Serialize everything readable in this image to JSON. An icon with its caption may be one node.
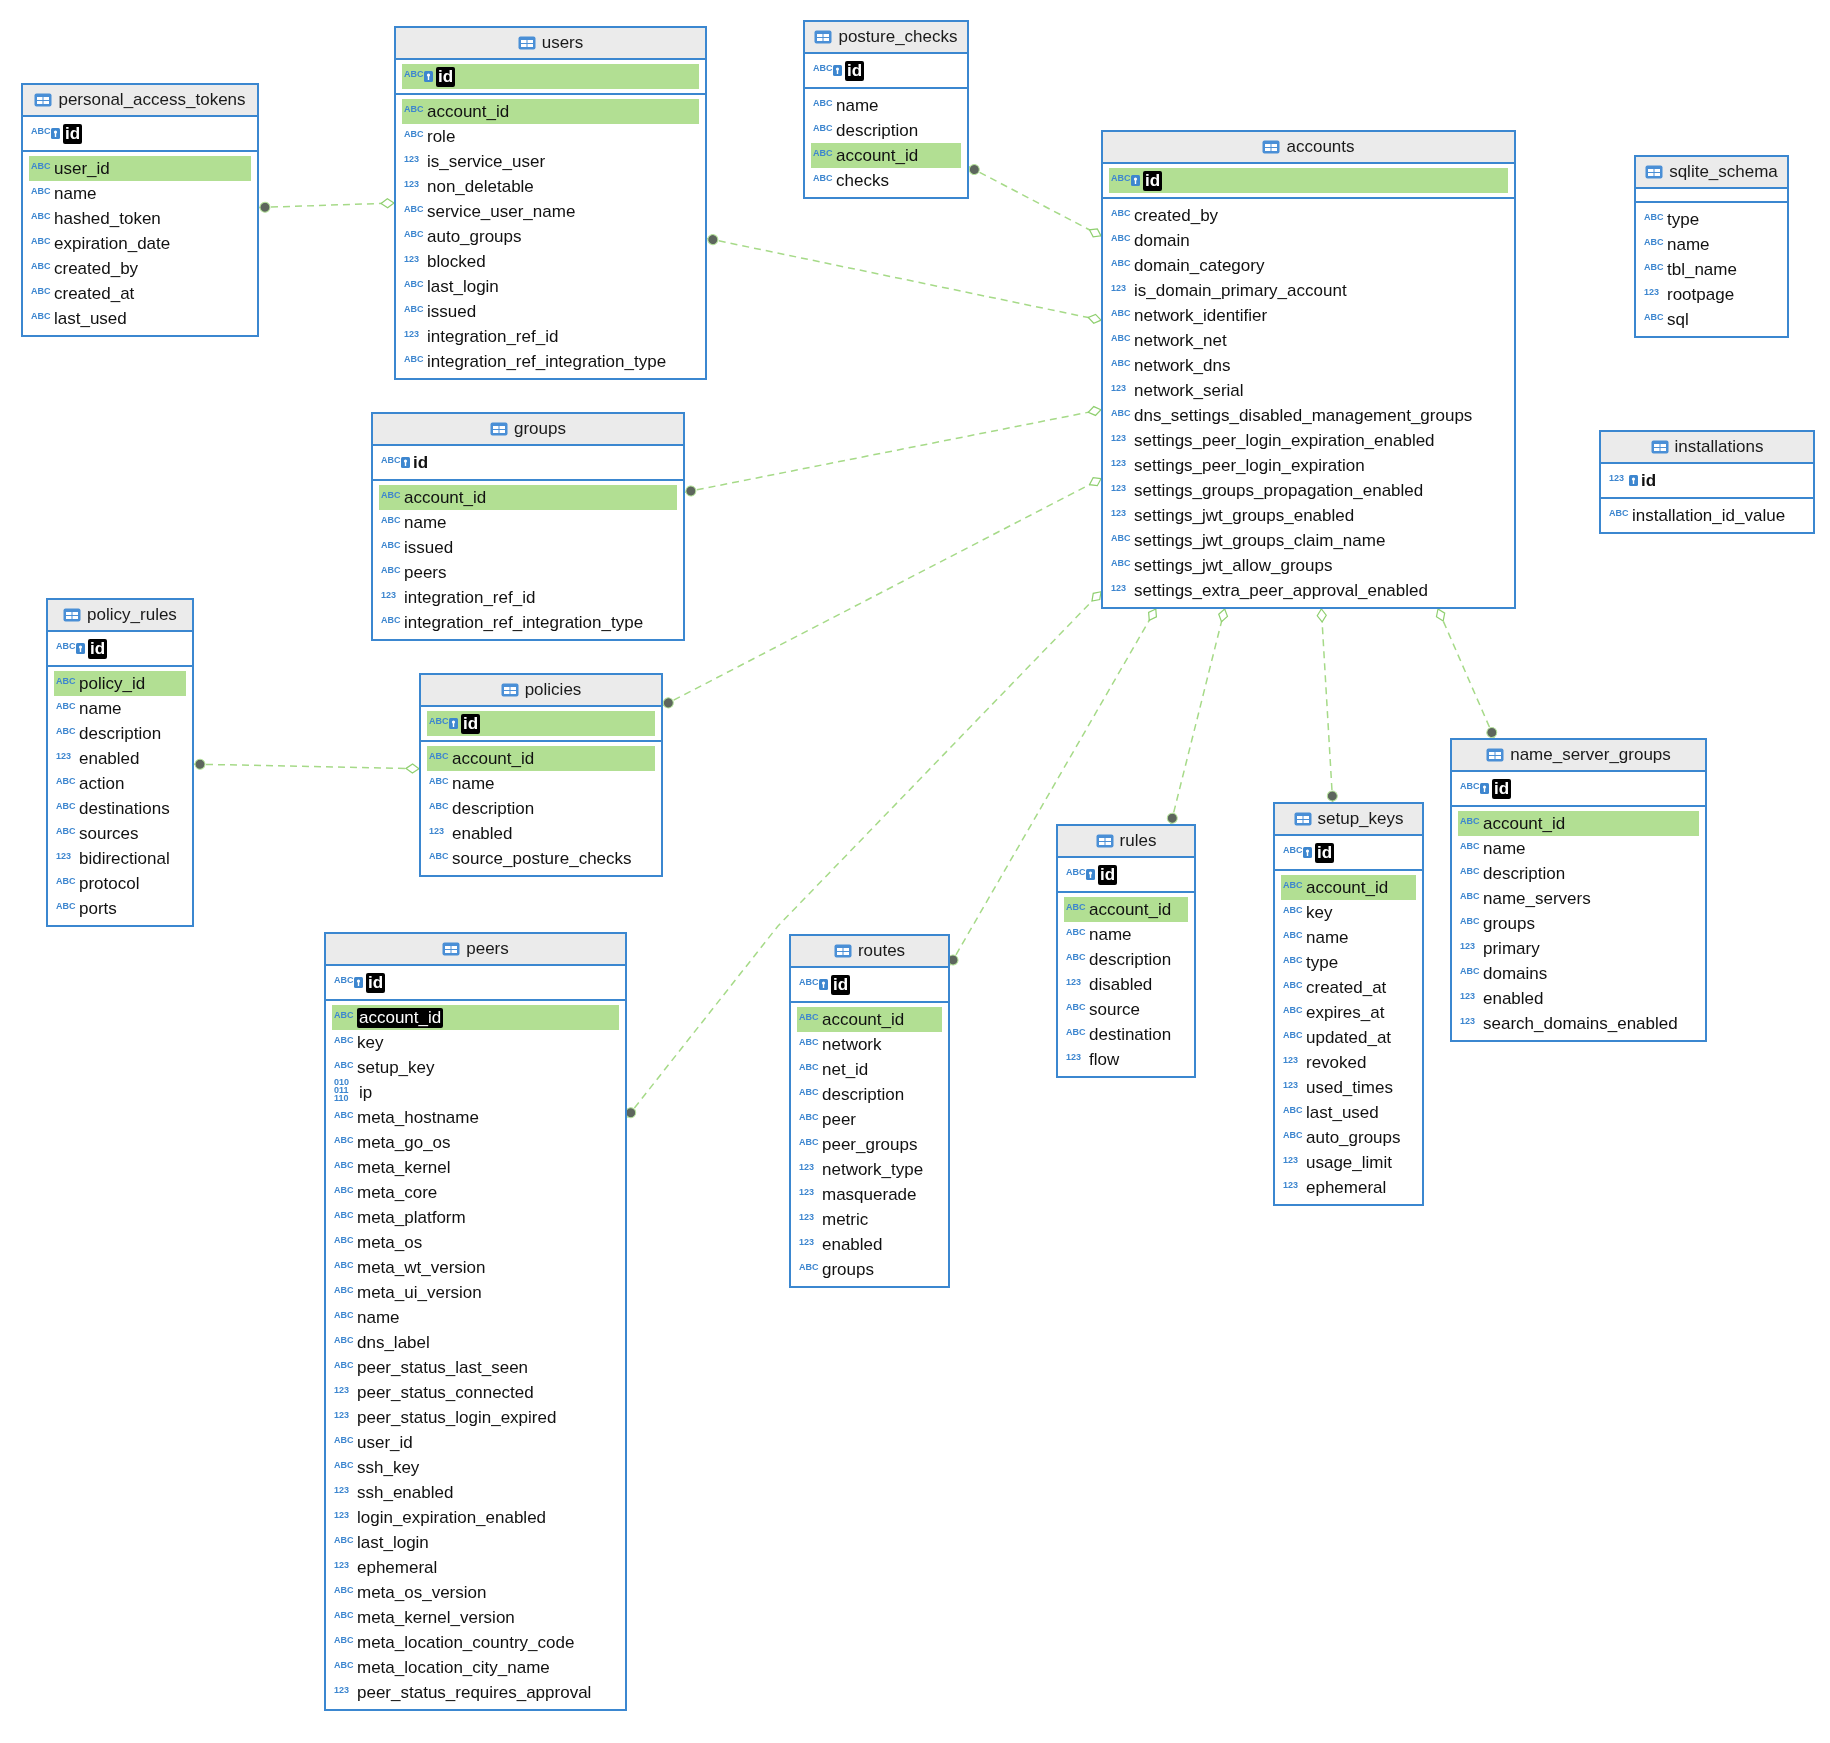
{
  "diagram": {
    "nodes": [
      {
        "text": [
          "personal_access_tokens",
          "ABC",
          "id",
          "ABC",
          "user_id",
          "ABC",
          "name",
          "ABC",
          "hashed_token",
          "ABC",
          "expiration_date",
          "ABC",
          "created_by",
          "ABC",
          "created_at",
          "ABC",
          "last_used"
        ]
      },
      {
        "text": [
          "users",
          "ABC",
          "id",
          "ABC",
          "account_id",
          "ABC",
          "role",
          "123",
          "is_service_user",
          "123",
          "non_deletable",
          "ABC",
          "service_user_name",
          "ABC",
          "auto_groups",
          "123",
          "blocked",
          "ABC",
          "last_login",
          "ABC",
          "issued",
          "123",
          "integration_ref_id",
          "ABC",
          "integration_ref_integration_type"
        ]
      },
      {
        "text": [
          "posture_checks",
          "ABC",
          "id",
          "ABC",
          "name",
          "ABC",
          "description",
          "ABC",
          "account_id",
          "ABC",
          "checks"
        ]
      },
      {
        "text": [
          "accounts",
          "ABC",
          "id",
          "ABC",
          "created_by",
          "ABC",
          "domain",
          "ABC",
          "domain_category",
          "123",
          "is_domain_primary_account",
          "ABC",
          "network_identifier",
          "ABC",
          "network_net",
          "ABC",
          "network_dns",
          "123",
          "network_serial",
          "ABC",
          "dns_settings_disabled_management_groups",
          "123",
          "settings_peer_login_expiration_enabled",
          "123",
          "settings_peer_login_expiration",
          "123",
          "settings_groups_propagation_enabled",
          "123",
          "settings_jwt_groups_enabled",
          "ABC",
          "settings_jwt_groups_claim_name",
          "ABC",
          "settings_jwt_allow_groups",
          "123",
          "settings_extra_peer_approval_enabled"
        ]
      },
      {
        "text": [
          "sqlite_schema",
          "ABC",
          "type",
          "ABC",
          "name",
          "ABC",
          "tbl_name",
          "123",
          "rootpage",
          "ABC",
          "sql"
        ]
      },
      {
        "text": [
          "installations",
          "123",
          "id",
          "ABC",
          "installation_id_value"
        ]
      },
      {
        "text": [
          "groups",
          "ABC",
          "id",
          "ABC",
          "account_id",
          "ABC",
          "name",
          "ABC",
          "issued",
          "ABC",
          "peers",
          "123",
          "integration_ref_id",
          "ABC",
          "integration_ref_integration_type"
        ]
      },
      {
        "text": [
          "policy_rules",
          "ABC",
          "id",
          "ABC",
          "policy_id",
          "ABC",
          "name",
          "ABC",
          "description",
          "123",
          "enabled",
          "ABC",
          "action",
          "ABC",
          "destinations",
          "ABC",
          "sources",
          "123",
          "bidirectional",
          "ABC",
          "protocol",
          "ABC",
          "ports"
        ]
      },
      {
        "text": [
          "policies",
          "ABC",
          "id",
          "ABC",
          "account_id",
          "ABC",
          "name",
          "ABC",
          "description",
          "123",
          "enabled",
          "ABC",
          "source_posture_checks"
        ]
      },
      {
        "text": [
          "peers",
          "ABC",
          "id",
          "ABC",
          "account_id",
          "ABC",
          "key",
          "ABC",
          "setup_key",
          "010 011 110",
          "ip",
          "ABC",
          "meta_hostname",
          "ABC",
          "meta_go_os",
          "ABC",
          "meta_kernel",
          "ABC",
          "meta_core",
          "ABC",
          "meta_platform",
          "ABC",
          "meta_os",
          "ABC",
          "meta_wt_version",
          "ABC",
          "meta_ui_version",
          "ABC",
          "name",
          "ABC",
          "dns_label",
          "ABC",
          "peer_status_last_seen",
          "123",
          "peer_status_connected",
          "123",
          "peer_status_login_expired",
          "ABC",
          "user_id",
          "ABC",
          "ssh_key",
          "123",
          "ssh_enabled",
          "123",
          "login_expiration_enabled",
          "ABC",
          "last_login",
          "123",
          "ephemeral",
          "ABC",
          "meta_os_version",
          "ABC",
          "meta_kernel_version",
          "ABC",
          "meta_location_country_code",
          "ABC",
          "meta_location_city_name",
          "123",
          "peer_status_requires_approval"
        ]
      },
      {
        "text": [
          "routes",
          "ABC",
          "id",
          "ABC",
          "account_id",
          "ABC",
          "network",
          "ABC",
          "net_id",
          "ABC",
          "description",
          "ABC",
          "peer",
          "ABC",
          "peer_groups",
          "123",
          "network_type",
          "123",
          "masquerade",
          "123",
          "metric",
          "123",
          "enabled",
          "ABC",
          "groups"
        ]
      },
      {
        "text": [
          "rules",
          "ABC",
          "id",
          "ABC",
          "account_id",
          "ABC",
          "name",
          "ABC",
          "description",
          "123",
          "disabled",
          "ABC",
          "source",
          "ABC",
          "destination",
          "123",
          "flow"
        ]
      },
      {
        "text": [
          "setup_keys",
          "ABC",
          "id",
          "ABC",
          "account_id",
          "ABC",
          "key",
          "ABC",
          "name",
          "ABC",
          "type",
          "ABC",
          "created_at",
          "ABC",
          "expires_at",
          "ABC",
          "updated_at",
          "123",
          "revoked",
          "123",
          "used_times",
          "ABC",
          "last_used",
          "ABC",
          "auto_groups",
          "123",
          "usage_limit",
          "123",
          "ephemeral"
        ]
      },
      {
        "text": [
          "name_server_groups",
          "ABC",
          "id",
          "ABC",
          "account_id",
          "ABC",
          "name",
          "ABC",
          "description",
          "ABC",
          "name_servers",
          "ABC",
          "groups",
          "123",
          "primary",
          "ABC",
          "domains",
          "123",
          "enabled",
          "123",
          "search_domains_enabled"
        ]
      }
    ],
    "edges": [
      {
        "from": 0,
        "to": 1,
        "arrow": "other",
        "style": "dashed"
      },
      {
        "from": 1,
        "to": 3,
        "arrow": "other",
        "style": "dashed"
      },
      {
        "from": 2,
        "to": 3,
        "arrow": "other",
        "style": "dashed"
      },
      {
        "from": 6,
        "to": 3,
        "arrow": "other",
        "style": "dashed"
      },
      {
        "from": 8,
        "to": 3,
        "arrow": "other",
        "style": "dashed"
      },
      {
        "from": 7,
        "to": 8,
        "arrow": "other",
        "style": "dashed"
      },
      {
        "from": 9,
        "to": 3,
        "arrow": "other",
        "style": "dashed"
      },
      {
        "from": 10,
        "to": 3,
        "arrow": "other",
        "style": "dashed"
      },
      {
        "from": 11,
        "to": 3,
        "arrow": "other",
        "style": "dashed"
      },
      {
        "from": 12,
        "to": 3,
        "arrow": "other",
        "style": "dashed"
      },
      {
        "from": 13,
        "to": 3,
        "arrow": "other",
        "style": "dashed"
      }
    ]
  }
}
